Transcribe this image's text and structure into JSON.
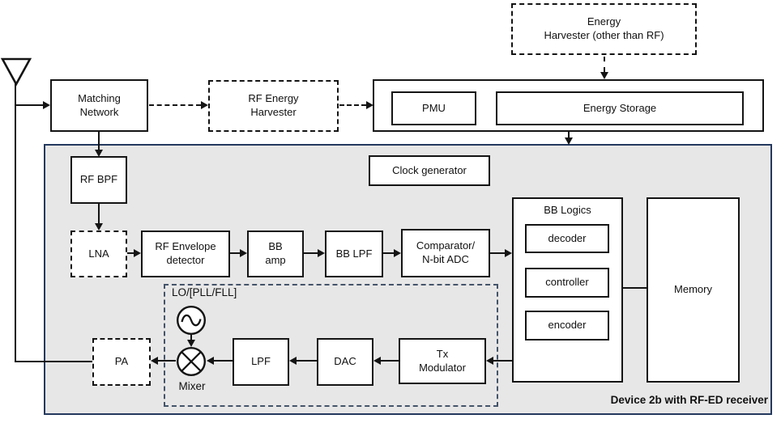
{
  "caption": "Device 2b with RF-ED receiver",
  "colors": {
    "device_fill": "#e8e7e7",
    "device_border": "#24395e",
    "lo_dashed_border": "#44546a",
    "line": "#141414",
    "box_fill": "#ffffff"
  },
  "icons": {
    "antenna": "antenna-triangle",
    "oscillator": "sine-wave-in-circle",
    "mixer": "x-in-circle"
  },
  "blocks": {
    "matching_network": "Matching\nNetwork",
    "rf_energy_harvester": "RF Energy\nHarvester",
    "energy_harvester_other": "Energy\nHarvester (other than RF)",
    "pmu": "PMU",
    "energy_storage": "Energy Storage",
    "clock_generator": "Clock generator",
    "rf_bpf": "RF BPF",
    "lna": "LNA",
    "rf_envelope_detector": "RF Envelope\ndetector",
    "bb_amp": "BB\namp",
    "bb_lpf": "BB LPF",
    "comparator": "Comparator/\nN-bit ADC",
    "memory": "Memory",
    "lo_pll": "LO/[PLL/FLL]",
    "mixer": "Mixer",
    "lpf": "LPF",
    "dac": "DAC",
    "tx_modulator": "Tx\nModulator",
    "pa": "PA"
  },
  "bb_logics": {
    "title": "BB Logics",
    "items": [
      "decoder",
      "controller",
      "encoder"
    ]
  }
}
